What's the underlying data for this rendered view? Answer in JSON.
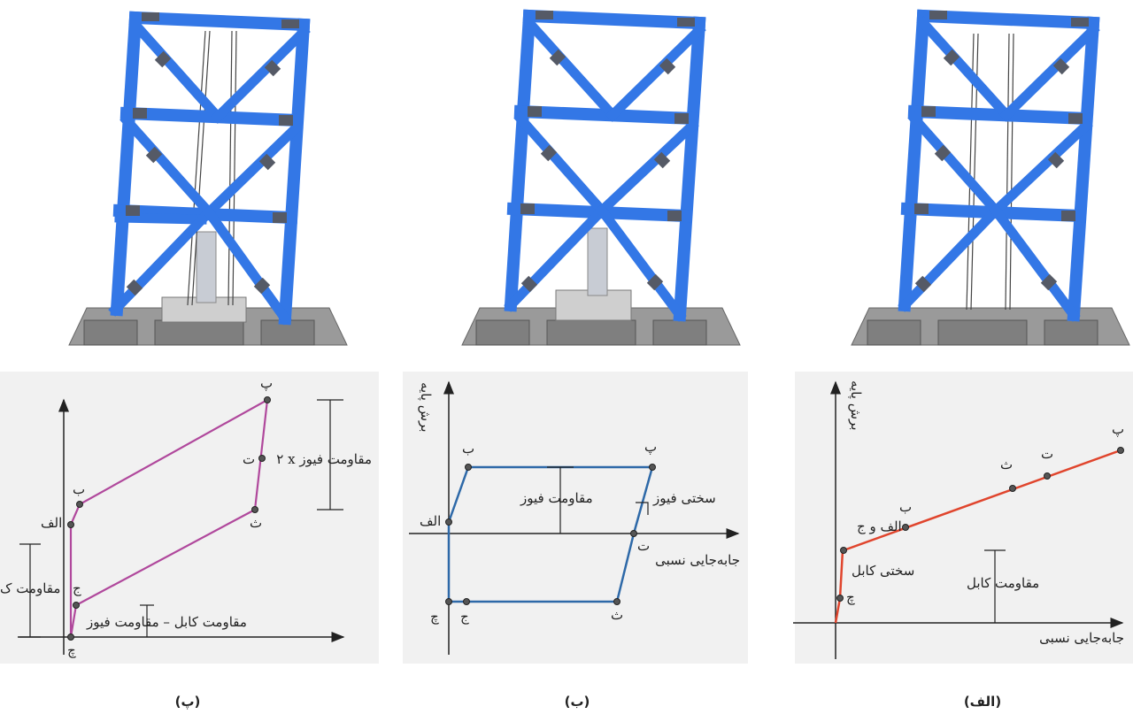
{
  "colors": {
    "frame": "#3377e6",
    "frame_dark": "#1f57b8",
    "fuse_link": "#555a66",
    "base_gray": "#8a8a8a",
    "panel_bg": "#f1f1f1",
    "red_curve": "#e0452d",
    "blue_curve": "#2e69a8",
    "magenta_curve": "#b0489c"
  },
  "captions": {
    "a": "(الف)",
    "b": "(ب)",
    "c": "(پ)"
  },
  "panel_a": {
    "y_axis_label": "برش پایه",
    "x_axis_label": "جابه‌جایی نسبی",
    "points": {
      "alef_vaj": "الف و ج",
      "be": "ب",
      "se": "ث",
      "te": "ت",
      "pe": "پ",
      "che": "چ"
    },
    "annotations": {
      "cable_stiffness": "سختی کابل",
      "cable_strength": "مقاومت کابل"
    }
  },
  "panel_b": {
    "y_axis_label": "برش پایه",
    "x_axis_label": "جابه‌جایی نسبی",
    "points": {
      "alef": "الف",
      "be": "ب",
      "pe": "پ",
      "te": "ت",
      "se": "ث",
      "jim": "ج",
      "che": "چ"
    },
    "annotations": {
      "fuse_strength": "مقاومت فیوز",
      "fuse_stiffness": "سختی فیوز"
    }
  },
  "panel_c": {
    "points": {
      "pe": "پ",
      "te": "ت",
      "se": "ث",
      "be": "ب",
      "alef": "الف",
      "jim": "ج",
      "che": "چ"
    },
    "annotations": {
      "twice_fuse_strength": "۲ x مقاومت فیوز",
      "cable_strength_cut": "مقاومت ک",
      "cable_minus_fuse": "مقاومت کابل – مقاومت فیوز"
    }
  }
}
